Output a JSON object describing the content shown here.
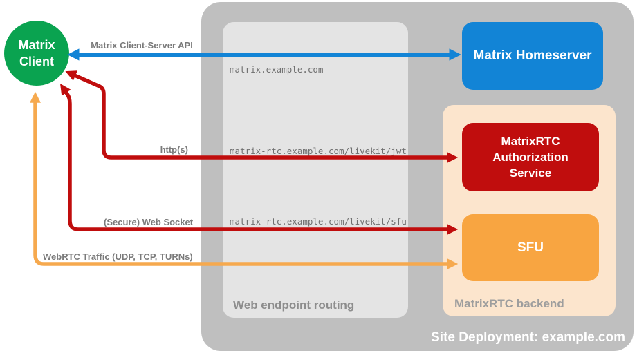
{
  "client": {
    "label": "Matrix Client",
    "color": "#0aa350"
  },
  "site": {
    "label": "Site Deployment: example.com",
    "bg": "#bfbfbf"
  },
  "routing": {
    "label": "Web endpoint routing",
    "bg": "#e4e4e4",
    "endpoints": [
      "matrix.example.com",
      "matrix-rtc.example.com/livekit/jwt",
      "matrix-rtc.example.com/livekit/sfu"
    ]
  },
  "backend": {
    "label": "MatrixRTC backend",
    "bg": "#fce5cd"
  },
  "nodes": {
    "homeserver": {
      "label": "Matrix Homeserver",
      "color": "#1284d6"
    },
    "auth": {
      "label": "MatrixRTC Authorization Service",
      "color": "#c00d0d"
    },
    "sfu": {
      "label": "SFU",
      "color": "#f8a541"
    }
  },
  "connections": [
    {
      "label": "Matrix Client-Server API",
      "color": "#1284d6",
      "endpoint": "matrix.example.com",
      "from": "Matrix Client",
      "to": "Matrix Homeserver",
      "bidirectional": true
    },
    {
      "label": "http(s)",
      "color": "#c00d0d",
      "endpoint": "matrix-rtc.example.com/livekit/jwt",
      "from": "Matrix Client",
      "to": "MatrixRTC Authorization Service",
      "bidirectional": true
    },
    {
      "label": "(Secure) Web Socket",
      "color": "#c00d0d",
      "endpoint": "matrix-rtc.example.com/livekit/sfu",
      "from": "Matrix Client",
      "to": "SFU",
      "bidirectional": true
    },
    {
      "label": "WebRTC Traffic (UDP, TCP, TURNs)",
      "color": "#f6a94e",
      "from": "Matrix Client",
      "to": "SFU",
      "bidirectional": true
    }
  ]
}
